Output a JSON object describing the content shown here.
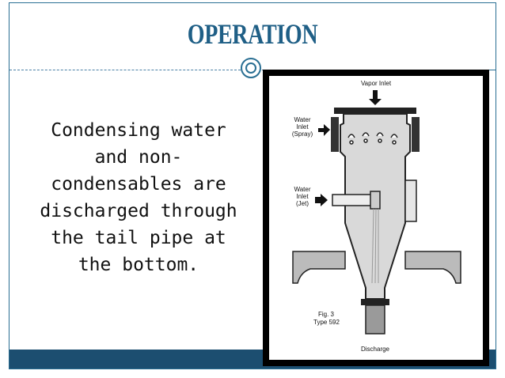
{
  "slide": {
    "title": "OPERATION",
    "body": "Condensing water and non-condensables are discharged through the tail pipe at the bottom.",
    "colors": {
      "title": "#1f5f86",
      "accent_bar": "#1c4e70",
      "border": "#2a6f93"
    }
  },
  "figure": {
    "vapor_inlet": "Vapor Inlet",
    "water_inlet_spray": [
      "Water",
      "Inlet",
      "(Spray)"
    ],
    "water_inlet_jet": [
      "Water",
      "Inlet",
      "(Jet)"
    ],
    "fig_number": "Fig. 3",
    "fig_type": "Type 592",
    "discharge": "Discharge"
  }
}
